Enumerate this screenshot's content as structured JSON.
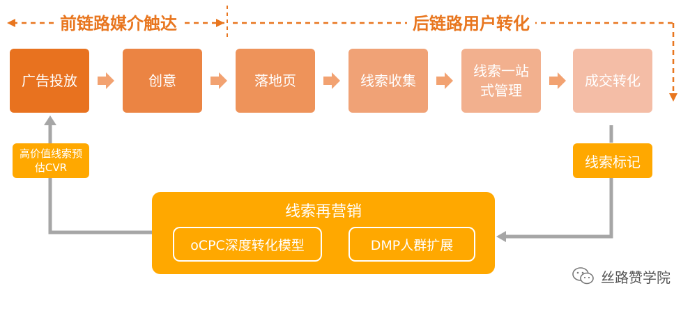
{
  "sections": {
    "front": "前链路媒介触达",
    "back": "后链路用户转化"
  },
  "stages": [
    {
      "label": "广告投放",
      "color": "#e8721f"
    },
    {
      "label": "创意",
      "color": "#eb8443"
    },
    {
      "label": "落地页",
      "color": "#ee935a"
    },
    {
      "label": "线索收集",
      "color": "#f0a276"
    },
    {
      "label": "线索一站式管理",
      "color": "#f2b08e"
    },
    {
      "label": "成交转化",
      "color": "#f4bda6"
    }
  ],
  "tags": {
    "cvr": "高价值线索预估CVR",
    "lead_mark": "线索标记"
  },
  "retargeting": {
    "title": "线索再营销",
    "items": [
      "oCPC深度转化模型",
      "DMP人群扩展"
    ]
  },
  "watermark": "丝路赞学院",
  "colors": {
    "dash": "#e8761f",
    "connector": "#a6a6a6",
    "accent": "#ffa800"
  }
}
